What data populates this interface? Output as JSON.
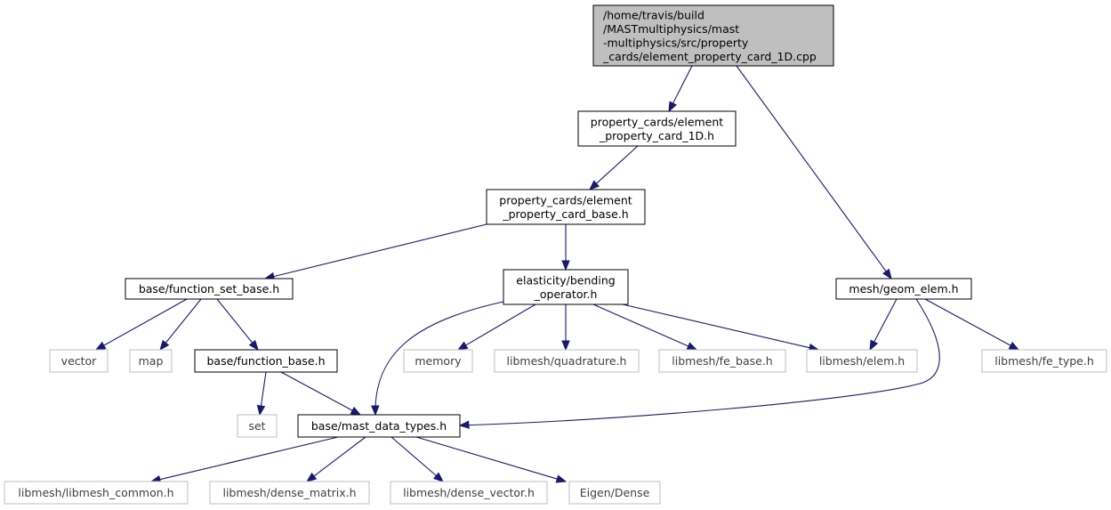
{
  "colors": {
    "edge": "#191970",
    "root_fill": "#bfbfbf",
    "node_border": "#000000",
    "missing_border": "#bfbfbf",
    "missing_text": "#404040"
  },
  "nodes": [
    {
      "id": "root",
      "lines": [
        "/home/travis/build",
        "/MASTmultiphysics/mast",
        "-multiphysics/src/property",
        "_cards/element_property_card_1D.cpp"
      ],
      "kind": "root"
    },
    {
      "id": "epc1d",
      "lines": [
        "property_cards/element",
        "_property_card_1D.h"
      ],
      "kind": "file"
    },
    {
      "id": "epcbase",
      "lines": [
        "property_cards/element",
        "_property_card_base.h"
      ],
      "kind": "file"
    },
    {
      "id": "fsetbase",
      "lines": [
        "base/function_set_base.h"
      ],
      "kind": "file"
    },
    {
      "id": "bendop",
      "lines": [
        "elasticity/bending",
        "_operator.h"
      ],
      "kind": "file"
    },
    {
      "id": "geomelem",
      "lines": [
        "mesh/geom_elem.h"
      ],
      "kind": "file"
    },
    {
      "id": "vector",
      "lines": [
        "vector"
      ],
      "kind": "missing"
    },
    {
      "id": "map",
      "lines": [
        "map"
      ],
      "kind": "missing"
    },
    {
      "id": "fbase",
      "lines": [
        "base/function_base.h"
      ],
      "kind": "file"
    },
    {
      "id": "memory",
      "lines": [
        "memory"
      ],
      "kind": "missing"
    },
    {
      "id": "quad",
      "lines": [
        "libmesh/quadrature.h"
      ],
      "kind": "missing"
    },
    {
      "id": "febase",
      "lines": [
        "libmesh/fe_base.h"
      ],
      "kind": "missing"
    },
    {
      "id": "elem",
      "lines": [
        "libmesh/elem.h"
      ],
      "kind": "missing"
    },
    {
      "id": "fetype",
      "lines": [
        "libmesh/fe_type.h"
      ],
      "kind": "missing"
    },
    {
      "id": "set",
      "lines": [
        "set"
      ],
      "kind": "missing"
    },
    {
      "id": "mdt",
      "lines": [
        "base/mast_data_types.h"
      ],
      "kind": "file"
    },
    {
      "id": "common",
      "lines": [
        "libmesh/libmesh_common.h"
      ],
      "kind": "missing"
    },
    {
      "id": "dmat",
      "lines": [
        "libmesh/dense_matrix.h"
      ],
      "kind": "missing"
    },
    {
      "id": "dvec",
      "lines": [
        "libmesh/dense_vector.h"
      ],
      "kind": "missing"
    },
    {
      "id": "eigen",
      "lines": [
        "Eigen/Dense"
      ],
      "kind": "missing"
    }
  ],
  "edges": [
    {
      "from": "root",
      "to": "epc1d"
    },
    {
      "from": "root",
      "to": "geomelem"
    },
    {
      "from": "epc1d",
      "to": "epcbase"
    },
    {
      "from": "epcbase",
      "to": "fsetbase"
    },
    {
      "from": "epcbase",
      "to": "bendop"
    },
    {
      "from": "fsetbase",
      "to": "vector"
    },
    {
      "from": "fsetbase",
      "to": "map"
    },
    {
      "from": "fsetbase",
      "to": "fbase"
    },
    {
      "from": "fbase",
      "to": "set"
    },
    {
      "from": "fbase",
      "to": "mdt"
    },
    {
      "from": "bendop",
      "to": "mdt"
    },
    {
      "from": "bendop",
      "to": "memory"
    },
    {
      "from": "bendop",
      "to": "quad"
    },
    {
      "from": "bendop",
      "to": "febase"
    },
    {
      "from": "bendop",
      "to": "elem"
    },
    {
      "from": "geomelem",
      "to": "elem"
    },
    {
      "from": "geomelem",
      "to": "fetype"
    },
    {
      "from": "geomelem",
      "to": "mdt"
    },
    {
      "from": "mdt",
      "to": "common"
    },
    {
      "from": "mdt",
      "to": "dmat"
    },
    {
      "from": "mdt",
      "to": "dvec"
    },
    {
      "from": "mdt",
      "to": "eigen"
    }
  ]
}
